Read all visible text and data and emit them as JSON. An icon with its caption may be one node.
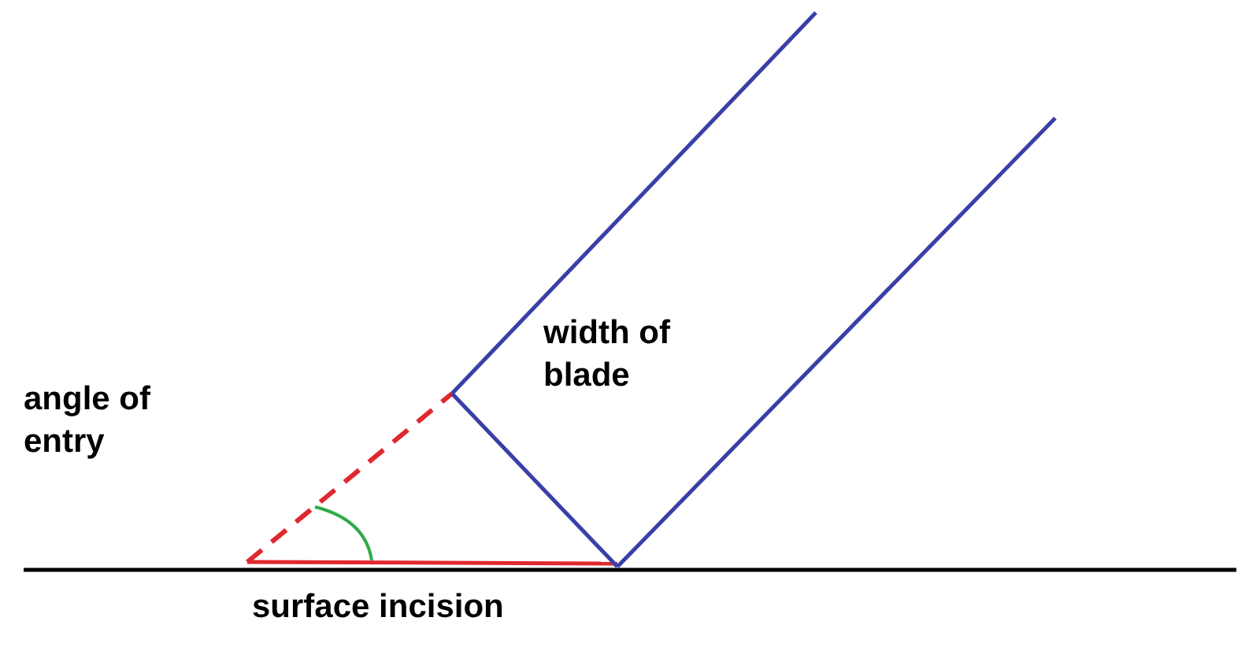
{
  "diagram": {
    "labels": [
      "width of blade",
      "angle of entry",
      "surface incision"
    ]
  }
}
